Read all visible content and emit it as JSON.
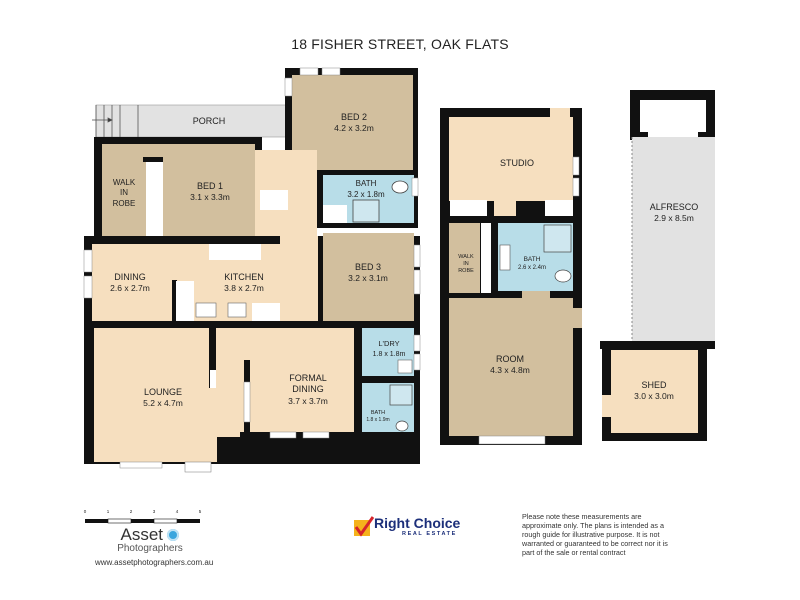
{
  "title": "18 FISHER STREET, OAK FLATS",
  "colors": {
    "wall": "#111111",
    "bedroom": "#d2bf9e",
    "living": "#f6dfbf",
    "wet": "#b8dde8",
    "outdoor": "#e2e2e2",
    "white": "#ffffff"
  },
  "rooms": {
    "porch": {
      "name": "PORCH",
      "size": ""
    },
    "walk_in_robe_1": {
      "name_l1": "WALK",
      "name_l2": "IN",
      "name_l3": "ROBE"
    },
    "bed1": {
      "name": "BED 1",
      "size": "3.1 x 3.3m"
    },
    "bed2": {
      "name": "BED 2",
      "size": "4.2 x 3.2m"
    },
    "bath1": {
      "name": "BATH",
      "size": "3.2 x 1.8m"
    },
    "dining": {
      "name": "DINING",
      "size": "2.6 x 2.7m"
    },
    "kitchen": {
      "name": "KITCHEN",
      "size": "3.8 x 2.7m"
    },
    "bed3": {
      "name": "BED 3",
      "size": "3.2 x 3.1m"
    },
    "lounge": {
      "name": "LOUNGE",
      "size": "5.2 x 4.7m"
    },
    "formal_dining": {
      "name_l1": "FORMAL",
      "name_l2": "DINING",
      "size": "3.7 x 3.7m"
    },
    "laundry": {
      "name": "L'DRY",
      "size": "1.8 x 1.8m"
    },
    "bath2": {
      "name": "BATH",
      "size": "1.8 x 1.9m"
    },
    "studio": {
      "name": "STUDIO",
      "size": ""
    },
    "walk_in_robe_2": {
      "name_l1": "WALK",
      "name_l2": "IN",
      "name_l3": "ROBE"
    },
    "bath3": {
      "name": "BATH",
      "size": "2.6 x 2.4m"
    },
    "room": {
      "name": "ROOM",
      "size": "4.3 x 4.8m"
    },
    "alfresco": {
      "name": "ALFRESCO",
      "size": "2.9 x 8.5m"
    },
    "shed": {
      "name": "SHED",
      "size": "3.0 x 3.0m"
    }
  },
  "scale_bar": {
    "ticks": [
      "0",
      "1",
      "2",
      "3",
      "4",
      "5"
    ]
  },
  "photographer": {
    "name": "Asset",
    "subtitle": "Photographers",
    "url": "www.assetphotographers.com.au"
  },
  "agency": {
    "name": "Right Choice",
    "subtitle": "REAL ESTATE"
  },
  "disclaimer": "Please note these measurements are approximate only. The plans is intended as a rough guide for illustrative purpose. It is not warranted or guaranteed to be correct nor it is part of the sale or rental contract"
}
